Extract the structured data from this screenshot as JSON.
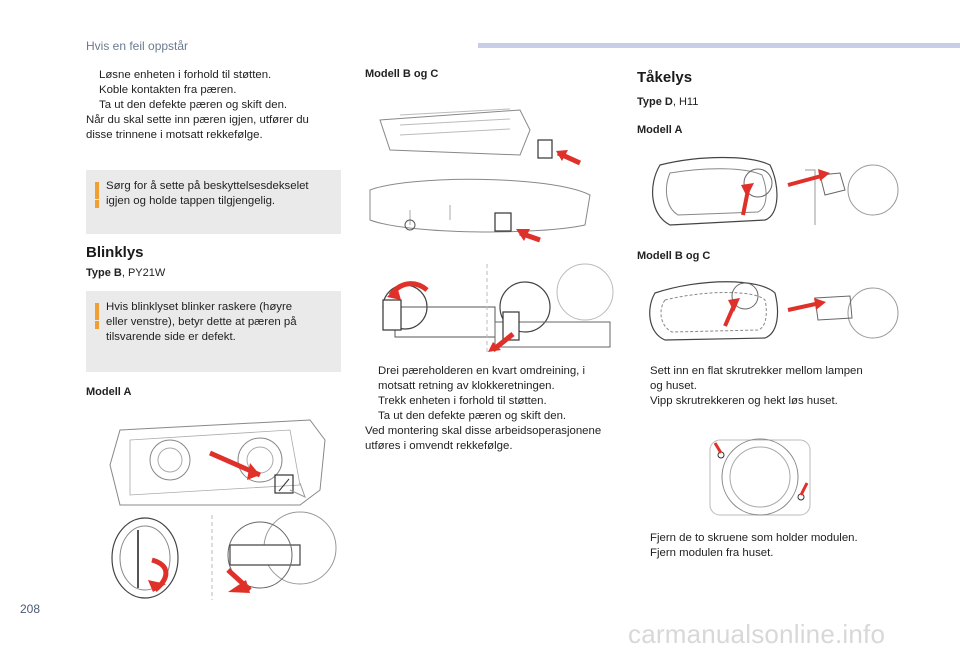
{
  "header": {
    "section_title": "Hvis en feil oppstår",
    "page_number": "208"
  },
  "watermark": "carmanualsonline.info",
  "col1": {
    "steps": [
      "Løsne enheten i forhold til støtten.",
      "Koble kontakten fra pæren.",
      "Ta ut den defekte pæren og skift den."
    ],
    "para_line1": "Når du skal sette inn pæren igjen, utfører du",
    "para_line2": "disse trinnene i motsatt rekkefølge.",
    "note1_line1": "Sørg for å sette på beskyttelsesdekselet",
    "note1_line2": "igjen og holde tappen tilgjengelig.",
    "blinklys_title": "Blinklys",
    "blinklys_type_label": "Type B",
    "blinklys_type_value": ", PY21W",
    "note2_line1": "Hvis blinklyset blinker raskere (høyre",
    "note2_line2": "eller venstre), betyr dette at pæren på",
    "note2_line3": "tilsvarende side er defekt.",
    "model_a_label": "Modell A"
  },
  "col2": {
    "model_bc_label": "Modell B og C",
    "step1_line1": "Drei pæreholderen en kvart omdreining, i",
    "step1_line2": "motsatt retning av klokkeretningen.",
    "step2": "Trekk enheten i forhold til støtten.",
    "step3": "Ta ut den defekte pæren og skift den.",
    "para_line1": "Ved montering skal disse arbeidsoperasjonene",
    "para_line2": "utføres i omvendt rekkefølge."
  },
  "col3": {
    "title": "Tåkelys",
    "type_label": "Type D",
    "type_value": ", H11",
    "model_a_label": "Modell A",
    "model_bc_label": "Modell B og C",
    "step1_line1": "Sett inn en flat skrutrekker mellom lampen",
    "step1_line2": "og huset.",
    "step2": "Vipp skrutrekkeren og hekt løs huset.",
    "step3": "Fjern de to skruene som holder modulen.",
    "step4": "Fjern modulen fra huset."
  },
  "bullet_glyph": "",
  "colors": {
    "accent_bar": "#c9cee8",
    "note_bg": "#eaeaea",
    "note_marker": "#f0a032",
    "arrow_red": "#e0302a"
  }
}
